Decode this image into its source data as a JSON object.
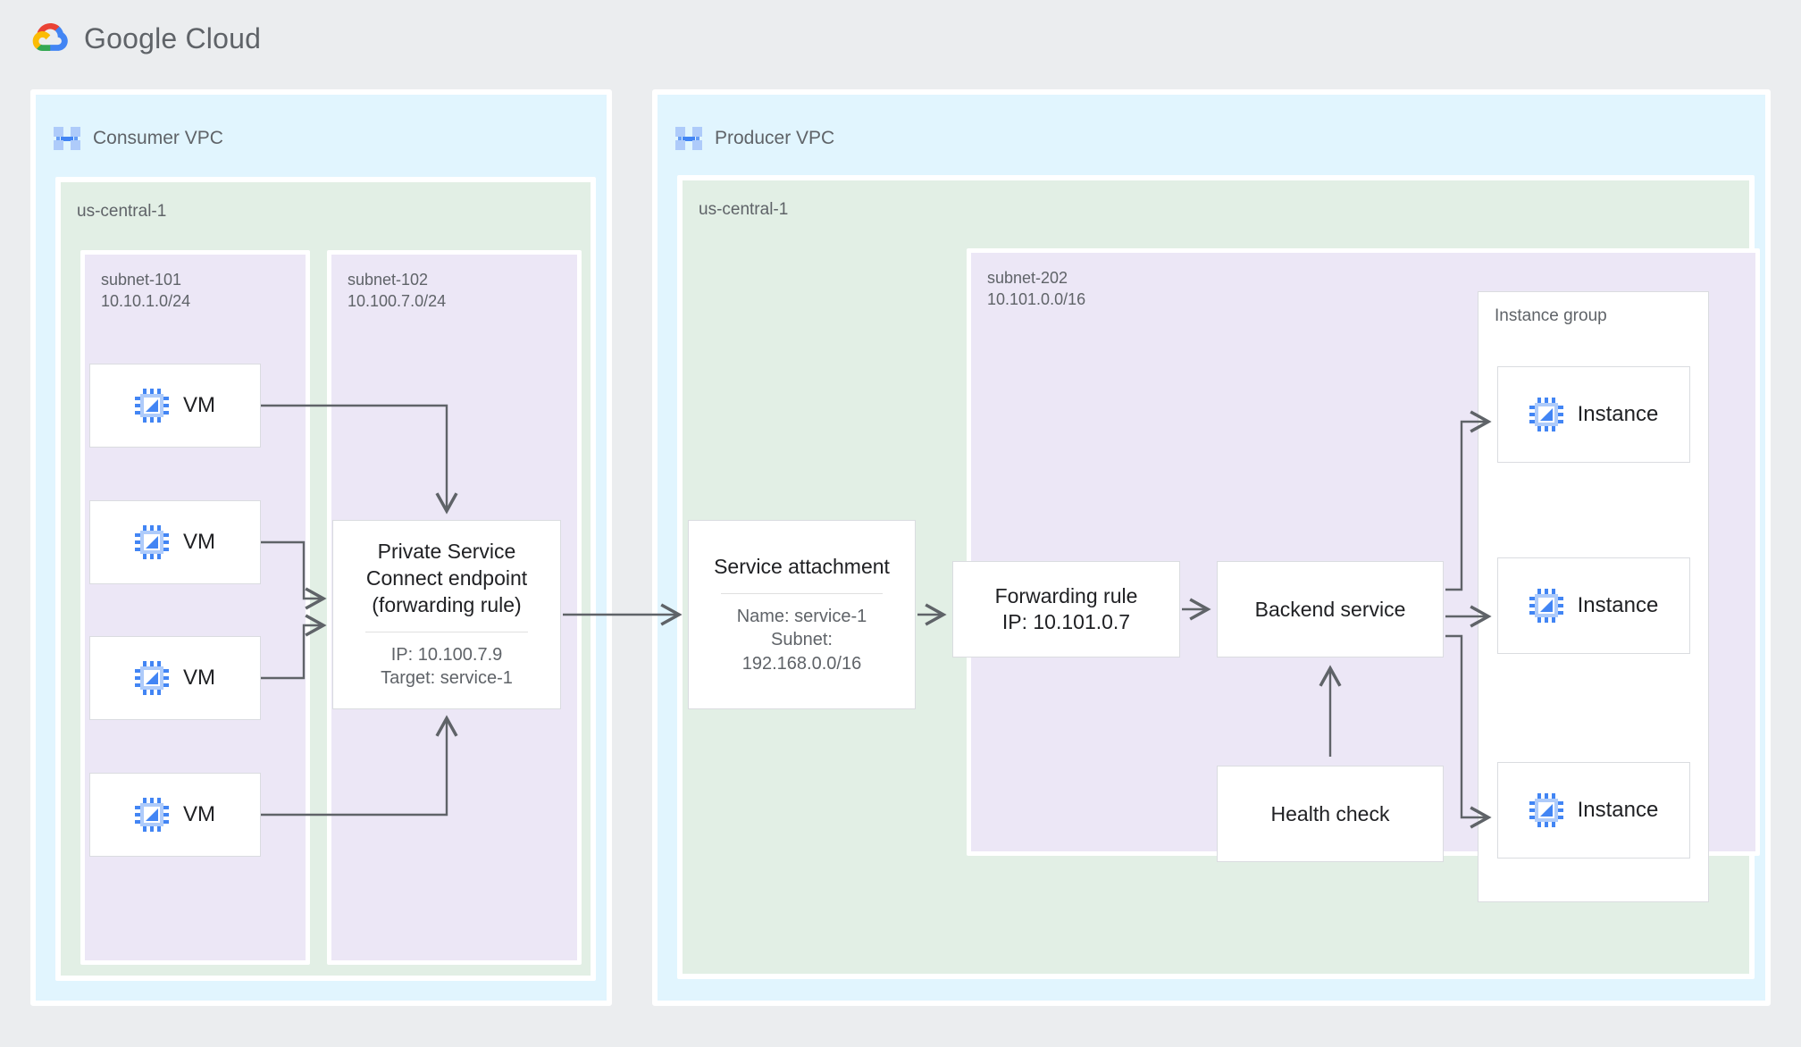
{
  "header": {
    "brand_google": "Google",
    "brand_cloud": "Cloud",
    "logo_icon": "google-cloud-logo"
  },
  "consumer_vpc": {
    "title": "Consumer VPC",
    "icon": "vpc-network-icon",
    "region": "us-central-1",
    "subnets": [
      {
        "name": "subnet-101",
        "cidr": "10.10.1.0/24"
      },
      {
        "name": "subnet-102",
        "cidr": "10.100.7.0/24"
      }
    ],
    "vms": [
      {
        "label": "VM",
        "icon": "vm-chip-icon"
      },
      {
        "label": "VM",
        "icon": "vm-chip-icon"
      },
      {
        "label": "VM",
        "icon": "vm-chip-icon"
      },
      {
        "label": "VM",
        "icon": "vm-chip-icon"
      }
    ],
    "psc_endpoint": {
      "title_line1": "Private Service",
      "title_line2": "Connect endpoint",
      "title_line3": "(forwarding rule)",
      "meta_line1": "IP: 10.100.7.9",
      "meta_line2": "Target: service-1"
    }
  },
  "producer_vpc": {
    "title": "Producer VPC",
    "icon": "vpc-network-icon",
    "region": "us-central-1",
    "subnet": {
      "name": "subnet-202",
      "cidr": "10.101.0.0/16"
    },
    "service_attachment": {
      "title": "Service attachment",
      "meta_line1": "Name: service-1",
      "meta_line2": "Subnet:",
      "meta_line3": "192.168.0.0/16"
    },
    "forwarding_rule": {
      "line1": "Forwarding rule",
      "line2": "IP: 10.101.0.7"
    },
    "backend_service": {
      "label": "Backend service"
    },
    "health_check": {
      "label": "Health check"
    },
    "instance_group": {
      "label": "Instance group",
      "instances": [
        {
          "label": "Instance",
          "icon": "vm-chip-icon"
        },
        {
          "label": "Instance",
          "icon": "vm-chip-icon"
        },
        {
          "label": "Instance",
          "icon": "vm-chip-icon"
        }
      ]
    }
  },
  "colors": {
    "page_background": "#ebedef",
    "vpc_fill": "#e1f5fe",
    "region_fill": "#e2efe5",
    "subnet_fill": "#ece7f6",
    "node_fill": "#ffffff",
    "node_border": "#dadce0",
    "connector": "#5f6368",
    "text_primary": "#202124",
    "text_secondary": "#5f6368",
    "icon_blue": "#4285f4",
    "icon_blue_light": "#aecbfa"
  }
}
